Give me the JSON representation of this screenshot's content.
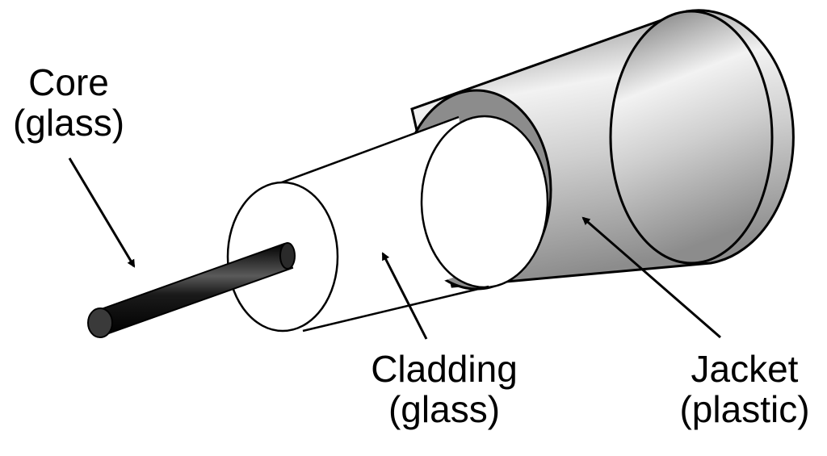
{
  "labels": {
    "core": {
      "name": "Core",
      "material": "(glass)"
    },
    "cladding": {
      "name": "Cladding",
      "material": "(glass)"
    },
    "jacket": {
      "name": "Jacket",
      "material": "(plastic)"
    }
  },
  "colors": {
    "jacket_outer": "#9a9a9a",
    "jacket_face_ring": "#8a8a8a",
    "cladding": "#ffffff",
    "core": "#1a1a1a",
    "outline": "#000000"
  }
}
